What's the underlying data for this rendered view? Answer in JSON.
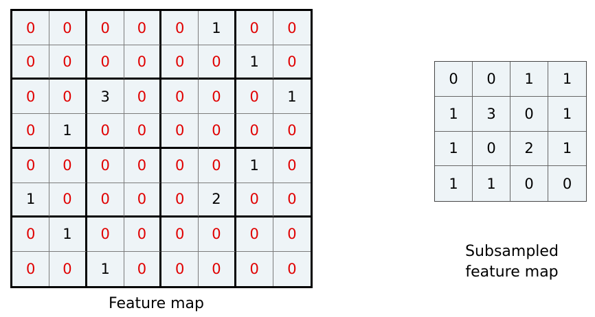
{
  "feature_map": {
    "caption": "Feature map",
    "rows": [
      [
        "0",
        "0",
        "0",
        "0",
        "0",
        "1",
        "0",
        "0"
      ],
      [
        "0",
        "0",
        "0",
        "0",
        "0",
        "0",
        "1",
        "0"
      ],
      [
        "0",
        "0",
        "3",
        "0",
        "0",
        "0",
        "0",
        "1"
      ],
      [
        "0",
        "1",
        "0",
        "0",
        "0",
        "0",
        "0",
        "0"
      ],
      [
        "0",
        "0",
        "0",
        "0",
        "0",
        "0",
        "1",
        "0"
      ],
      [
        "1",
        "0",
        "0",
        "0",
        "0",
        "2",
        "0",
        "0"
      ],
      [
        "0",
        "1",
        "0",
        "0",
        "0",
        "0",
        "0",
        "0"
      ],
      [
        "0",
        "0",
        "1",
        "0",
        "0",
        "0",
        "0",
        "0"
      ]
    ],
    "zero_color": "#e00000",
    "nonzero_color": "#000000"
  },
  "subsampled_map": {
    "caption_line1": "Subsampled",
    "caption_line2": "feature map",
    "rows": [
      [
        "0",
        "0",
        "1",
        "1"
      ],
      [
        "1",
        "3",
        "0",
        "1"
      ],
      [
        "1",
        "0",
        "2",
        "1"
      ],
      [
        "1",
        "1",
        "0",
        "0"
      ]
    ]
  },
  "colors": {
    "cell_background": "#eef4f7"
  }
}
